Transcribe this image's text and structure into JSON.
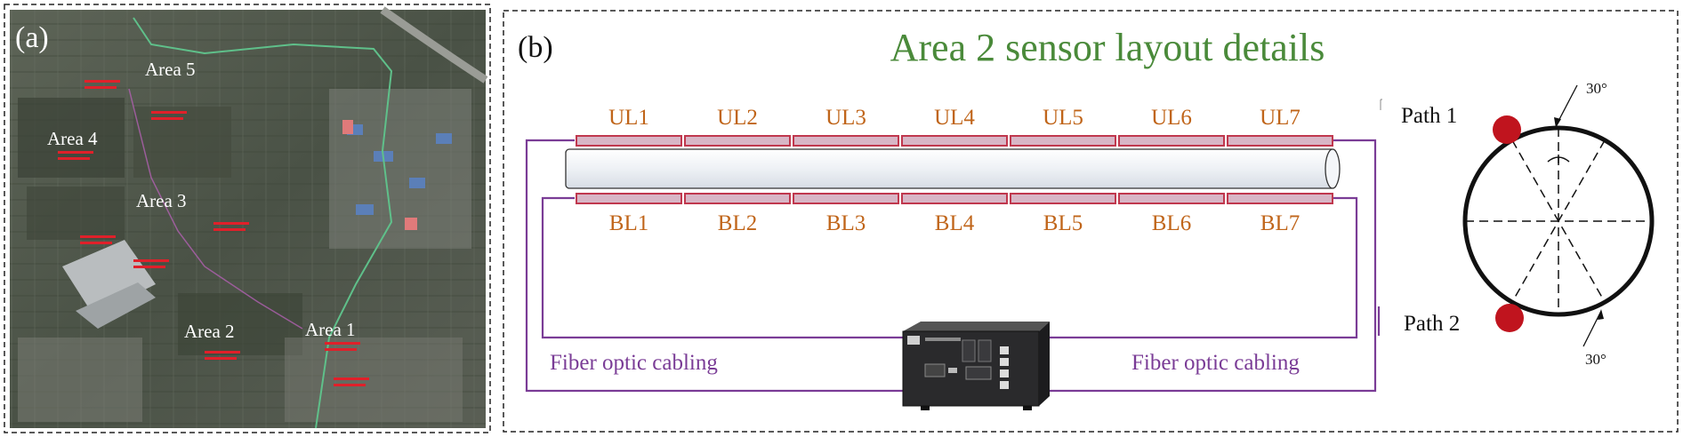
{
  "panel_a": {
    "label": "(a)",
    "areas": [
      {
        "name": "Area 5"
      },
      {
        "name": "Area 4"
      },
      {
        "name": "Area 3"
      },
      {
        "name": "Area 2"
      },
      {
        "name": "Area 1"
      }
    ]
  },
  "panel_b": {
    "label": "(b)",
    "title": "Area 2 sensor layout details",
    "upper_sensors": [
      "UL1",
      "UL2",
      "UL3",
      "UL4",
      "UL5",
      "UL6",
      "UL7"
    ],
    "lower_sensors": [
      "BL1",
      "BL2",
      "BL3",
      "BL4",
      "BL5",
      "BL6",
      "BL7"
    ],
    "cable_label_left": "Fiber optic cabling",
    "cable_label_right": "Fiber optic cabling",
    "path1": "Path 1",
    "path2": "Path 2",
    "angle_top": "30°",
    "angle_bottom": "30°"
  },
  "colors": {
    "title": "#4a8a3a",
    "sensor_label": "#c0651a",
    "cable": "#7a3c96",
    "sensor_bar": "#c0384e",
    "path_dot": "#c0141e",
    "cable_text": "#7a3c96"
  }
}
